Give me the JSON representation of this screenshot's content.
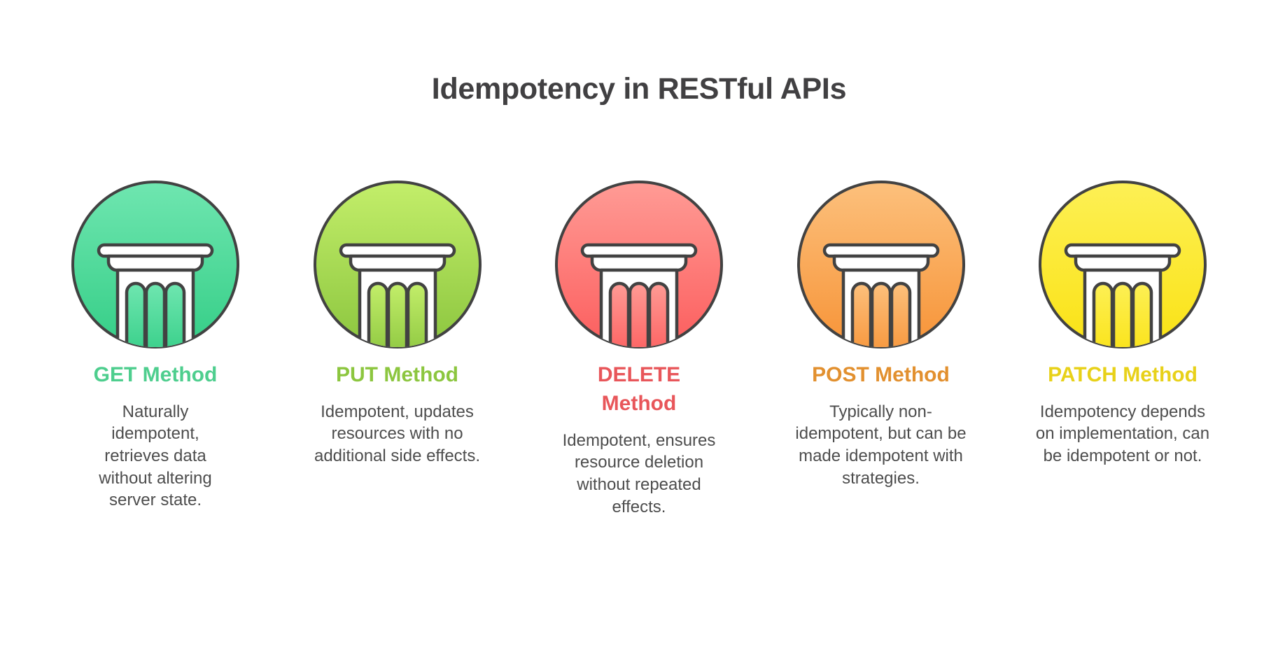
{
  "header": {
    "title": "Idempotency in RESTful APIs",
    "title_color": "#414042"
  },
  "background_color": "#ffffff",
  "body_text_color": "#4d4d4d",
  "icon_outline_color": "#424242",
  "cards": [
    {
      "icon_name": "pillar-icon",
      "title": "GET Method",
      "title_color": "#4ECE8E",
      "gradient_from": "#6FE6B0",
      "gradient_to": "#35CE87",
      "description": "Naturally idempotent, retrieves data without altering server state."
    },
    {
      "icon_name": "pillar-icon",
      "title": "PUT Method",
      "title_color": "#8CC63F",
      "gradient_from": "#C3EE6A",
      "gradient_to": "#8CC63F",
      "description": "Idempotent, updates resources with no additional side effects."
    },
    {
      "icon_name": "pillar-icon",
      "title": "DELETE Method",
      "title_color": "#E8565A",
      "gradient_from": "#FF9B95",
      "gradient_to": "#FC5E5E",
      "description": "Idempotent, ensures resource deletion without repeated effects."
    },
    {
      "icon_name": "pillar-icon",
      "title": "POST Method",
      "title_color": "#E2902F",
      "gradient_from": "#FCC07C",
      "gradient_to": "#F79438",
      "description": "Typically non-idempotent, but can be made idempotent with strategies."
    },
    {
      "icon_name": "pillar-icon",
      "title": "PATCH Method",
      "title_color": "#E8D119",
      "gradient_from": "#FDF055",
      "gradient_to": "#FAE215",
      "description": "Idempotency depends on implementation, can be idempotent or not."
    }
  ]
}
